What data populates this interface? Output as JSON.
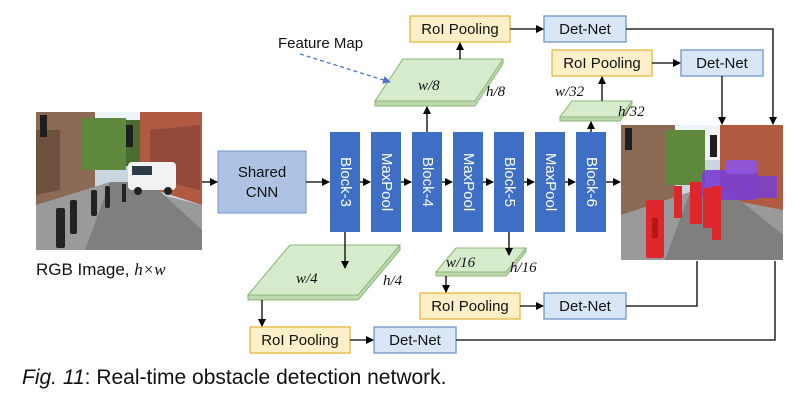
{
  "figure": {
    "feature_map_label": "Feature Map",
    "input_label_prefix": "RGB Image, ",
    "input_label_dims": "h×w",
    "shared_cnn_line1": "Shared",
    "shared_cnn_line2": "CNN",
    "blocks": [
      {
        "id": "block3",
        "label": "Block-3"
      },
      {
        "id": "maxpool1",
        "label": "MaxPool"
      },
      {
        "id": "block4",
        "label": "Block-4"
      },
      {
        "id": "maxpool2",
        "label": "MaxPool"
      },
      {
        "id": "block5",
        "label": "Block-5"
      },
      {
        "id": "maxpool3",
        "label": "MaxPool"
      },
      {
        "id": "block6",
        "label": "Block-6"
      }
    ],
    "feature_maps": {
      "fm8": {
        "w": "w/8",
        "h": "h/8"
      },
      "fm4": {
        "w": "w/4",
        "h": "h/4"
      },
      "fm16": {
        "w": "w/16",
        "h": "h/16"
      },
      "fm32": {
        "w": "w/32",
        "h": "h/32"
      }
    },
    "roi_label": "RoI Pooling",
    "det_label": "Det-Net"
  },
  "caption": {
    "prefix": "Fig. 11",
    "text": ": Real-time obstacle detection network."
  },
  "colors": {
    "block_blue": "#3f6fc4",
    "shared_cnn": "#aec3e3",
    "roi_fill": "#fdf0c8",
    "roi_stroke": "#e8b640",
    "det_fill": "#d9e6f5",
    "det_stroke": "#6f95c9",
    "fm_top": "#d6ebcc",
    "fm_side": "#bcd9ad",
    "fm_stroke": "#8cb57b",
    "obstacle_red": "#e0262d",
    "car_purple": "#7b3fd1"
  }
}
